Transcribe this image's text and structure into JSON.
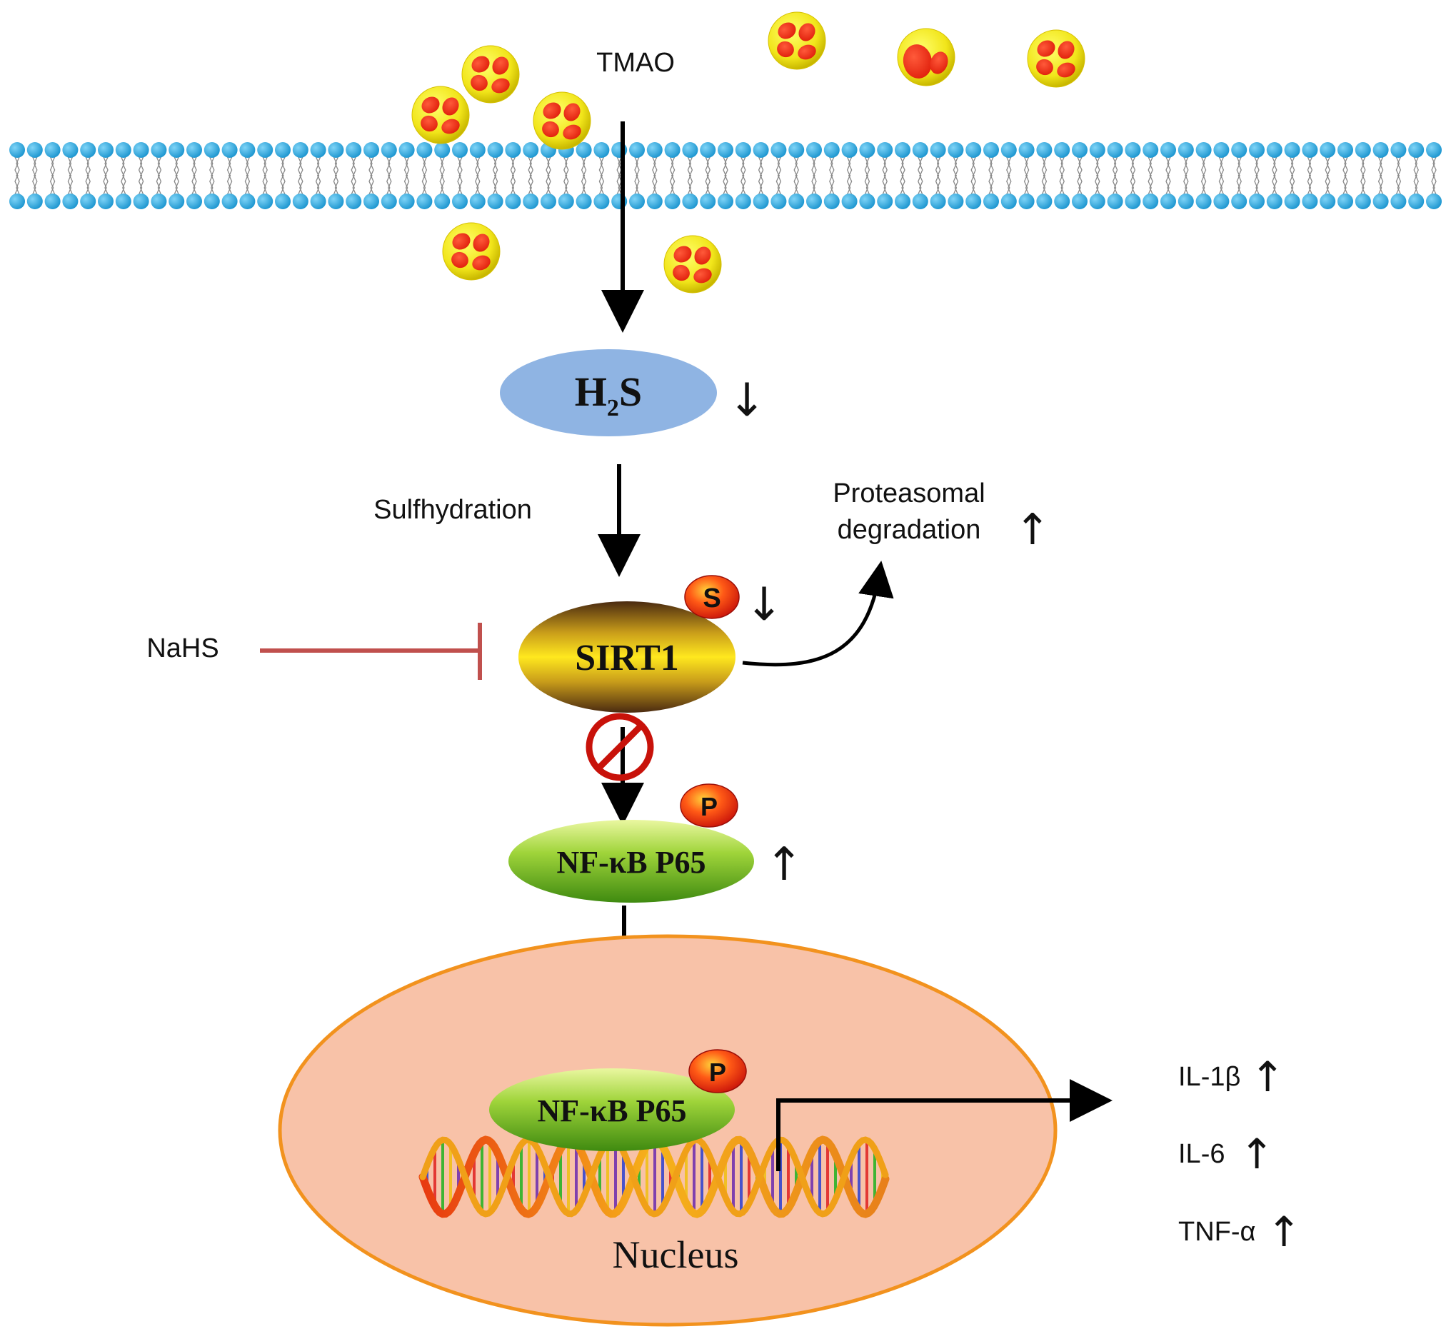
{
  "diagram": {
    "molecule_label": "TMAO",
    "h2s": {
      "base": "H",
      "subscript": "2",
      "suffix": "S",
      "change": "↓"
    },
    "sulfhydration_label": "Sulfhydration",
    "proteasomal": {
      "line1": "Proteasomal",
      "line2": "degradation",
      "change": "↑"
    },
    "sirt1": {
      "label": "SIRT1",
      "badge": "S",
      "change": "↓"
    },
    "inhibitor_label": "NaHS",
    "nfkb_cytoplasm": {
      "label": "NF-κB P65",
      "badge": "P",
      "change": "↑"
    },
    "nfkb_nucleus": {
      "label": "NF-κB P65",
      "badge": "P"
    },
    "nucleus_label": "Nucleus",
    "cytokines": [
      {
        "name": "IL-1β",
        "change": "↑"
      },
      {
        "name": "IL-6",
        "change": "↑"
      },
      {
        "name": "TNF-α",
        "change": "↑"
      }
    ],
    "colors": {
      "membrane_head": "#2aa7dd",
      "h2s_ellipse": "#8fb4e3",
      "sirt1_gold": "#f2d21a",
      "nfkb_green": "#6fb21f",
      "nucleus_fill": "#f8c2a8",
      "nucleus_border": "#f2921e",
      "inhibition_line": "#c0504d",
      "badge_red": "#e8220c"
    }
  }
}
